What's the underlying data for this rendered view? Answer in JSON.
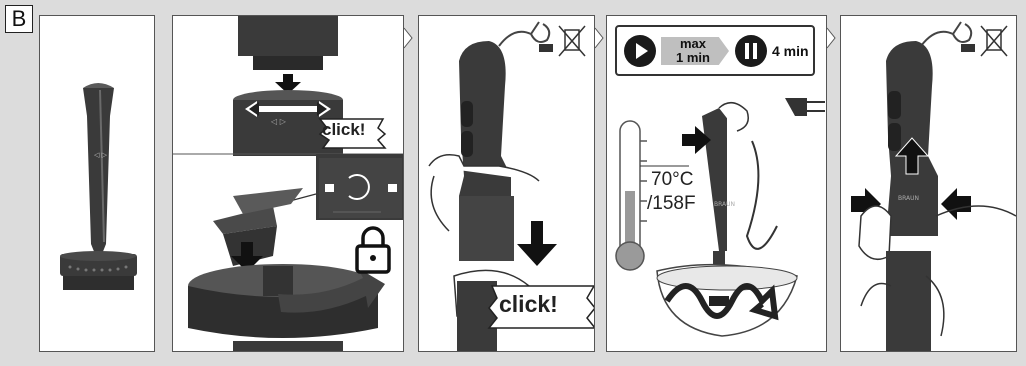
{
  "step": {
    "label": "B"
  },
  "panel2": {
    "click_label": "click!"
  },
  "panel3": {
    "click_label": "click!"
  },
  "panel4": {
    "max_time": "max\n1 min",
    "pause_time": "4 min",
    "temp_celsius": "70°C",
    "temp_fahrenheit": "/158F"
  },
  "colors": {
    "device": "#3a3a3a",
    "highlight": "#8a8a8a",
    "thermometer": "#9a9a9a",
    "background": "#dcdcdc"
  },
  "icons": [
    "lock-icon",
    "play-icon",
    "pause-icon",
    "thermometer-icon",
    "crossed-out-bin-icon",
    "arrow-down-icon",
    "arrow-up-icon",
    "rotate-arrow-icon"
  ]
}
